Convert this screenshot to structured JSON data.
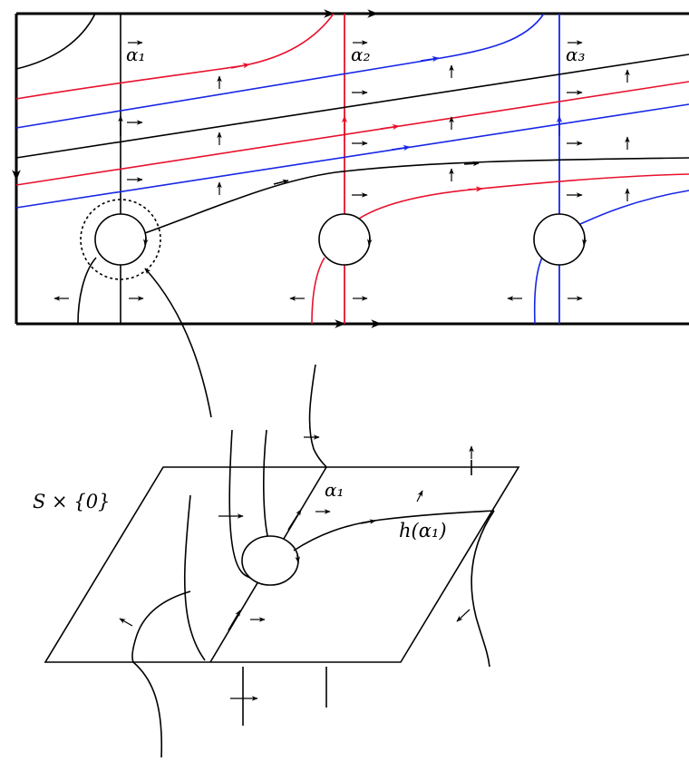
{
  "labels": {
    "alpha1": "α₁",
    "alpha2": "α₂",
    "alpha3": "α₃",
    "surface": "S × {0}",
    "alpha1_lower": "α₁",
    "h_alpha1": "h(α₁)"
  },
  "colors": {
    "black": "#000000",
    "red": "#e8112d",
    "blue": "#1726e6"
  }
}
